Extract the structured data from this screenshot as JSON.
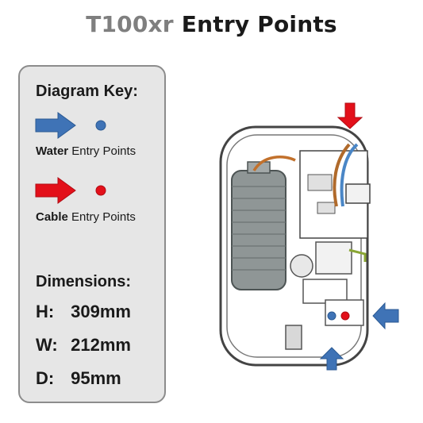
{
  "title": {
    "model": "T100xr",
    "rest": "Entry Points"
  },
  "key": {
    "heading": "Diagram Key:",
    "water": {
      "bold": "Water",
      "rest": " Entry Points",
      "color": "#3f73b6",
      "icon": "blue-arrow-icon"
    },
    "cable": {
      "bold": "Cable",
      "rest": " Entry Points",
      "color": "#e3101a",
      "icon": "red-arrow-icon"
    }
  },
  "dimensions": {
    "heading": "Dimensions:",
    "items": [
      {
        "label": "H:",
        "value": "309mm"
      },
      {
        "label": "W:",
        "value": "212mm"
      },
      {
        "label": "D:",
        "value": "95mm"
      }
    ]
  },
  "colors": {
    "water": "#3f73b6",
    "cable": "#e3101a",
    "panel": "#e6e6e6"
  }
}
